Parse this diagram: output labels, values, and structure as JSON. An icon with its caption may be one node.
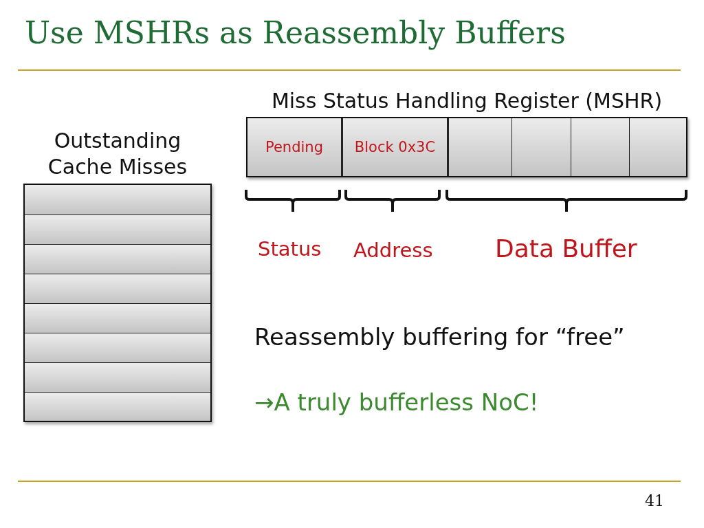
{
  "diagram": {
    "title": "Use MSHRs as Reassembly Buffers",
    "nodes": [
      {
        "text": [
          "Outstanding Cache Misses"
        ]
      },
      {
        "text": [],
        "shape": "box",
        "in": 0
      },
      {
        "text": [],
        "shape": "box",
        "in": 0
      },
      {
        "text": [],
        "shape": "box",
        "in": 0
      },
      {
        "text": [],
        "shape": "box",
        "in": 0
      },
      {
        "text": [],
        "shape": "box",
        "in": 0
      },
      {
        "text": [],
        "shape": "box",
        "in": 0
      },
      {
        "text": [],
        "shape": "box",
        "in": 0
      },
      {
        "text": [],
        "shape": "box",
        "in": 0
      },
      {
        "text": [
          "Miss Status Handling Register (MSHR)"
        ]
      },
      {
        "text": [
          "Pending"
        ],
        "in": 9
      },
      {
        "text": [
          "Block 0x3C"
        ],
        "in": 9
      },
      {
        "text": [],
        "shape": "box",
        "in": 9
      },
      {
        "text": [],
        "shape": "box",
        "in": 9
      },
      {
        "text": [],
        "shape": "box",
        "in": 9
      },
      {
        "text": [],
        "shape": "box",
        "in": 9
      }
    ],
    "labels": [
      "Status",
      "Address",
      "Data Buffer",
      "Reassembly buffering for “free”",
      "→A truly bufferless NoC!",
      "41"
    ]
  }
}
